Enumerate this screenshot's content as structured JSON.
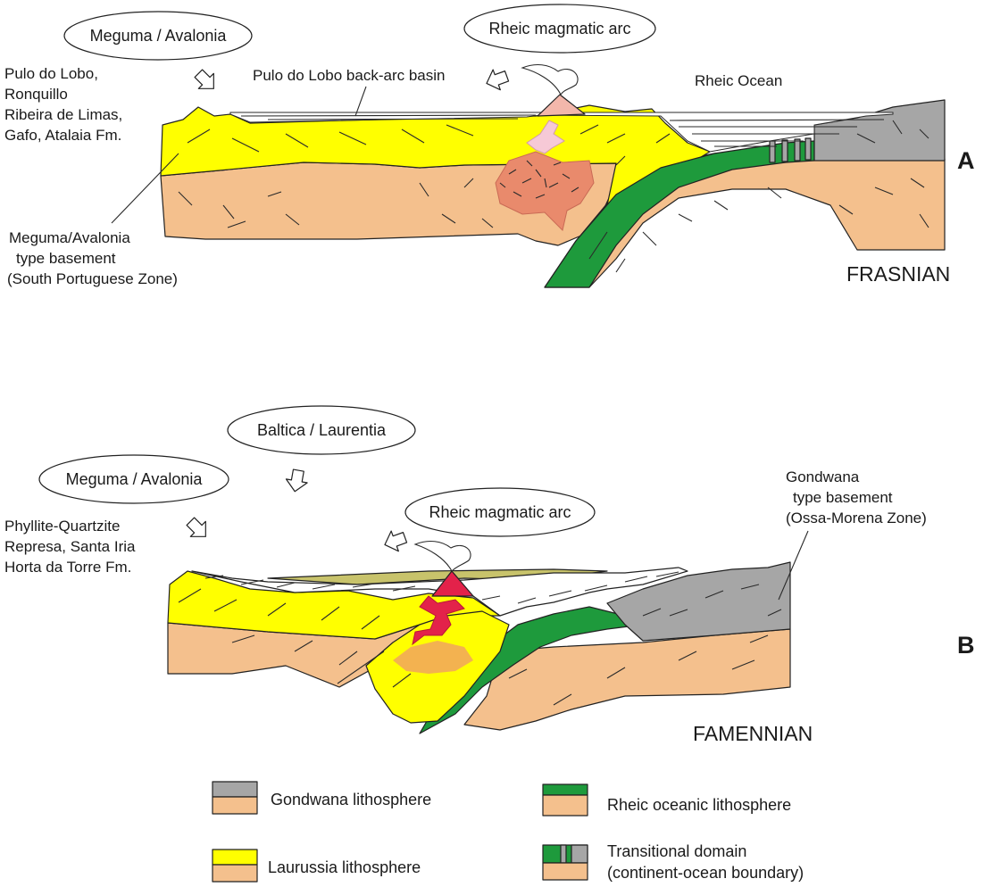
{
  "panel_a": {
    "letter": "A",
    "stage": "FRASNIAN",
    "bubble_left": "Meguma / Avalonia",
    "bubble_arc": "Rheic magmatic arc",
    "formations": [
      "Pulo do Lobo,",
      "Ronquillo",
      "Ribeira de Limas,",
      "Gafo, Atalaia Fm."
    ],
    "basin": "Pulo do Lobo back-arc basin",
    "ocean": "Rheic Ocean",
    "basement": [
      "Meguma/Avalonia",
      "type basement",
      "(South Portuguese Zone)"
    ]
  },
  "panel_b": {
    "letter": "B",
    "stage": "FAMENNIAN",
    "bubble_baltica": "Baltica / Laurentia",
    "bubble_left": "Meguma / Avalonia",
    "bubble_arc": "Rheic magmatic arc",
    "formations": [
      "Phyllite-Quartzite",
      "Represa, Santa Iria",
      "Horta da Torre Fm."
    ],
    "gondwana_basement": [
      "Gondwana",
      "type basement",
      "(Ossa-Morena Zone)"
    ]
  },
  "legend": {
    "gondwana": "Gondwana lithosphere",
    "rheic": "Rheic oceanic lithosphere",
    "laurussia": "Laurussia lithosphere",
    "transitional": [
      "Transitional domain",
      "(continent-ocean boundary)"
    ]
  },
  "colors": {
    "mantle": "#f4c08d",
    "laurussia_crust": "#ffff00",
    "gondwana_crust": "#a6a6a6",
    "oceanic": "#1e9a3c",
    "arc_pink": "#f3b7ab",
    "pluton_a": "#e98a6c",
    "pluton_b": "#e3224a",
    "sediment_b": "#c8c36b"
  }
}
